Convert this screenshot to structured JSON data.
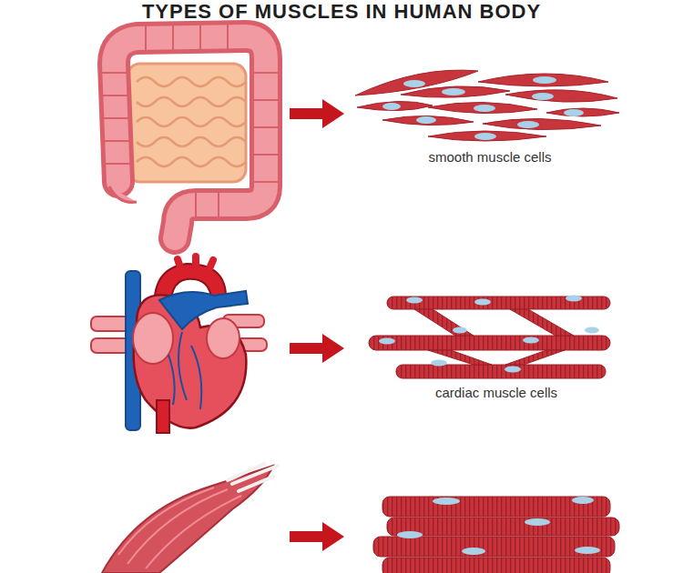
{
  "diagram": {
    "title": "TYPES OF MUSCLES IN HUMAN BODY",
    "labels": [
      "smooth muscle cells",
      "cardiac muscle cells"
    ]
  }
}
